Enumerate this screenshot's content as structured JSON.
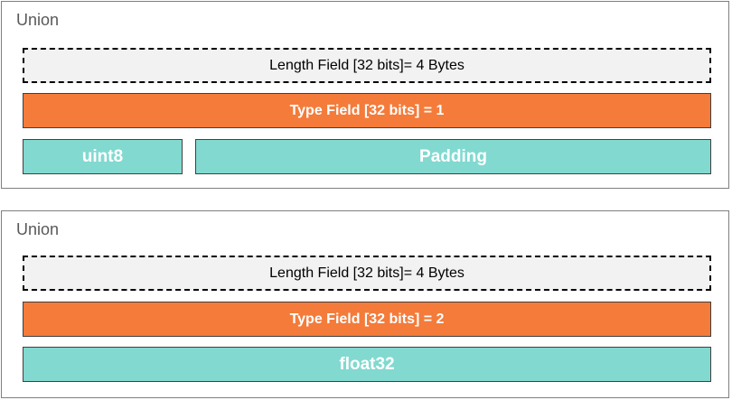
{
  "unions": [
    {
      "title": "Union",
      "length_field": "Length Field [32 bits]= 4 Bytes",
      "type_field": "Type Field [32 bits] = 1",
      "fields": [
        "uint8",
        "Padding"
      ]
    },
    {
      "title": "Union",
      "length_field": "Length Field [32 bits]= 4 Bytes",
      "type_field": "Type Field [32 bits] = 2",
      "fields": [
        "float32"
      ]
    }
  ],
  "colors": {
    "length_bg": "#f2f2f2",
    "type_bg": "#f47b3a",
    "value_bg": "#82d9d0",
    "border": "#7f7f7f"
  }
}
